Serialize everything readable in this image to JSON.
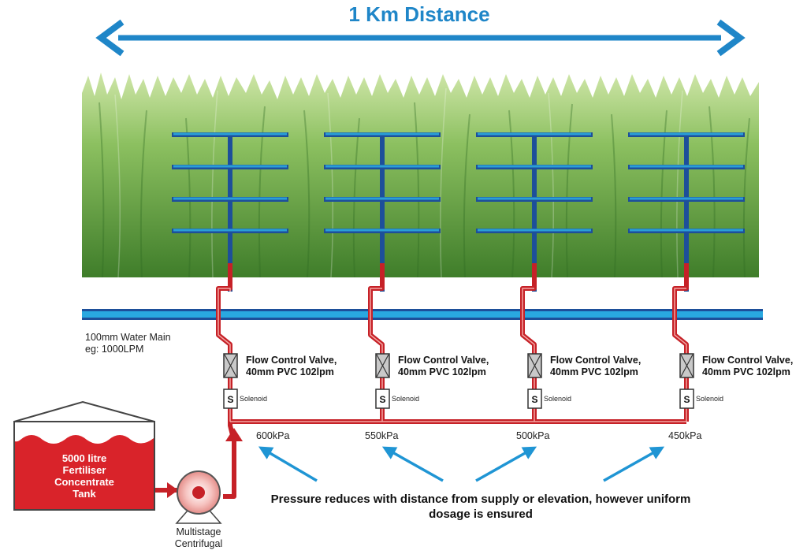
{
  "header": {
    "title": "1 Km Distance"
  },
  "colors": {
    "blue": "#1f86c8",
    "dark_blue": "#1d4f9a",
    "red": "#c62127",
    "grass": "#5b9a3c"
  },
  "main_line": {
    "label_line1": "100mm Water Main",
    "label_line2": "eg: 1000LPM"
  },
  "zones": [
    {
      "valve_line1": "Flow Control Valve,",
      "valve_line2": "40mm PVC 102lpm",
      "solenoid_letter": "S",
      "solenoid_label": "Solenoid",
      "pressure": "600kPa"
    },
    {
      "valve_line1": "Flow Control Valve,",
      "valve_line2": "40mm PVC 102lpm",
      "solenoid_letter": "S",
      "solenoid_label": "Solenoid",
      "pressure": "550kPa"
    },
    {
      "valve_line1": "Flow Control Valve,",
      "valve_line2": "40mm PVC 102lpm",
      "solenoid_letter": "S",
      "solenoid_label": "Solenoid",
      "pressure": "500kPa"
    },
    {
      "valve_line1": "Flow Control Valve,",
      "valve_line2": "40mm PVC 102lpm",
      "solenoid_letter": "S",
      "solenoid_label": "Solenoid",
      "pressure": "450kPa"
    }
  ],
  "tank": {
    "line1": "5000 litre",
    "line2": "Fertiliser",
    "line3": "Concentrate",
    "line4": "Tank"
  },
  "pump": {
    "line1": "Multistage",
    "line2": "Centrifugal"
  },
  "note": {
    "line1": "Pressure reduces with distance from supply or elevation, however uniform",
    "line2": "dosage is ensured"
  }
}
